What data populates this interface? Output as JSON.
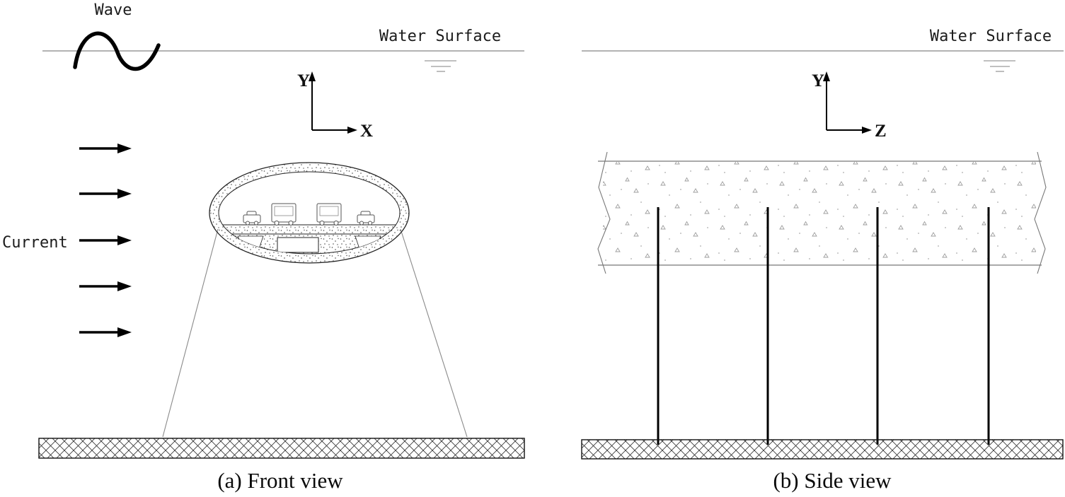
{
  "diagram": {
    "front": {
      "wave_label": "Wave",
      "water_surface_label": "Water Surface",
      "current_label": "Current",
      "axis_y": "Y",
      "axis_x": "X",
      "caption": "(a) Front view"
    },
    "side": {
      "water_surface_label": "Water Surface",
      "axis_y": "Y",
      "axis_z": "Z",
      "caption": "(b) Side view"
    },
    "colors": {
      "line": "#000000",
      "thin_line": "#8a8a8a",
      "water_line": "#9a9a9a",
      "background": "#ffffff"
    }
  }
}
